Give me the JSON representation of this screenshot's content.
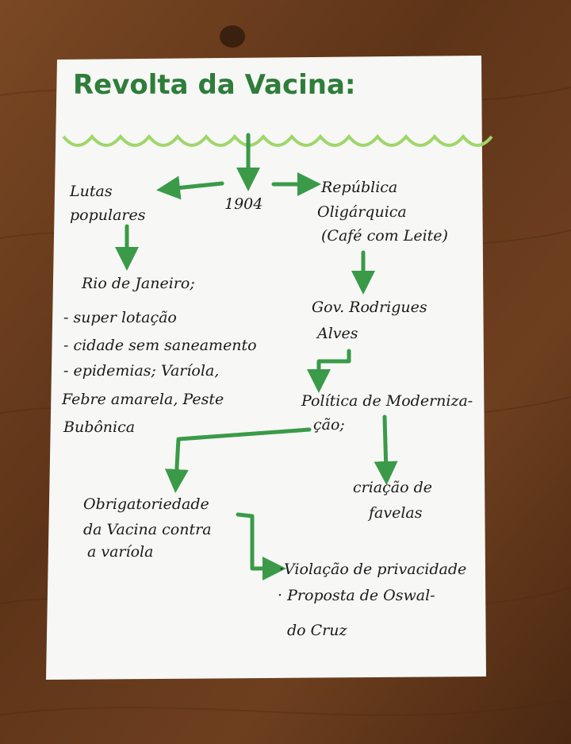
{
  "title": "Revolta da Vacina:",
  "year": "1904",
  "colors": {
    "accent": "#3a9a48",
    "wave": "#9fd66b",
    "paper": "#f7f7f5",
    "wood": "#6b3d1e"
  },
  "nodes": {
    "lutas": [
      "Lutas",
      "populares"
    ],
    "republica": [
      "República",
      "Oligárquica",
      "(Café com Leite)"
    ],
    "rio": [
      "Rio de Janeiro;",
      "- super lotação",
      "- cidade sem saneamento",
      "- epidemias; Varíola,",
      "Febre amarela, Peste",
      "Bubônica"
    ],
    "governo": [
      "Gov. Rodrigues",
      "Alves"
    ],
    "politica": [
      "Política de Moderniza-",
      "ção;"
    ],
    "obrigatoriedade": [
      "Obrigatoriedade",
      "da Vacina contra",
      "a varíola"
    ],
    "favelas": [
      "criação de",
      "favelas"
    ],
    "causas": [
      "·Violação de privacidade",
      "· Proposta de Oswal-",
      "do Cruz"
    ]
  }
}
